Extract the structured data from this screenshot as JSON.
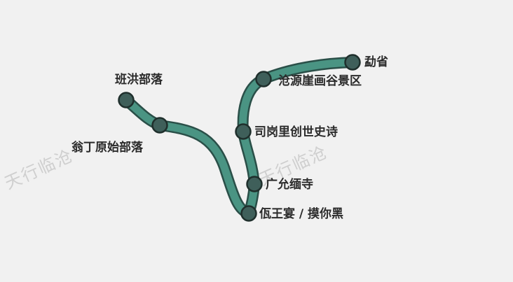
{
  "route": {
    "line_color": "#4a9483",
    "outline_color": "#2a4f48",
    "stop_fill": "#3f5f5a",
    "stops": [
      {
        "name": "班洪部落"
      },
      {
        "name": "翁丁原始部落"
      },
      {
        "name": "佤王宴 / 摸你黑"
      },
      {
        "name": "广允缅寺"
      },
      {
        "name": "司岗里创世史诗"
      },
      {
        "name": "沧源崖画谷景区"
      },
      {
        "name": "勐省"
      }
    ]
  },
  "watermark": {
    "text_left": "天行临沧",
    "text_center": "天行临沧"
  }
}
